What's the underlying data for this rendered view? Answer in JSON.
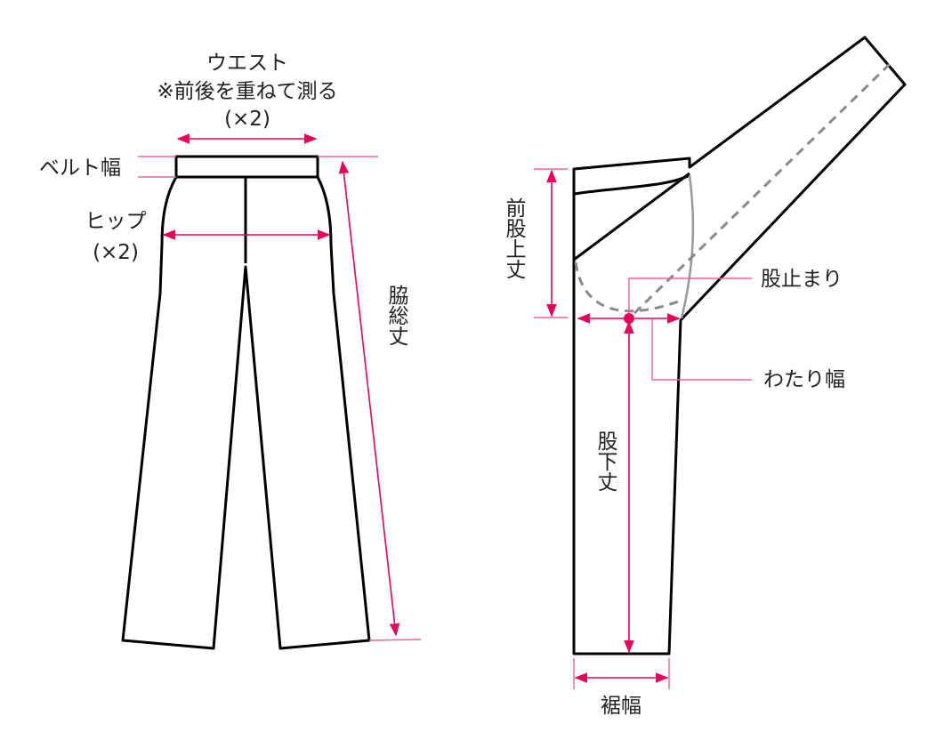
{
  "labels": {
    "waist": "ウエスト",
    "waist_note": "※前後を重ねて測る",
    "waist_x2": "(×2)",
    "belt_width": "ベルト幅",
    "hip": "ヒップ",
    "hip_x2": "(×2)",
    "side_length": "脇総丈",
    "front_rise": "前股上丈",
    "crotch_point": "股止まり",
    "thigh_width": "わたり幅",
    "inseam": "股下丈",
    "hem_width": "裾幅"
  },
  "colors": {
    "accent": "#e8005a",
    "leader": "#f0609a",
    "guide": "#999999"
  }
}
